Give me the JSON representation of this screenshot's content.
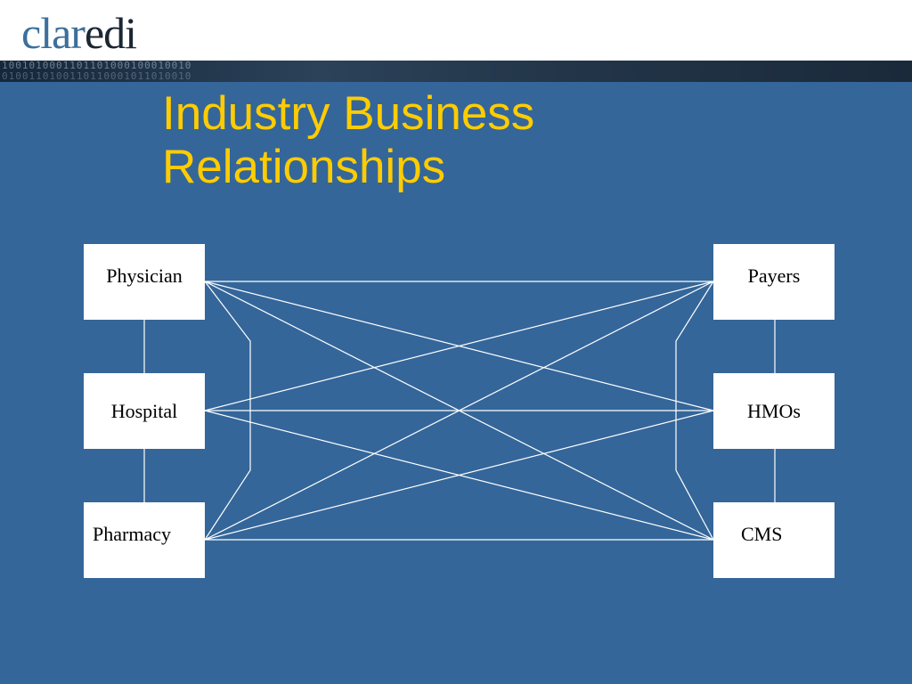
{
  "brand": {
    "logo_part1": "clar",
    "logo_part2": "edi"
  },
  "header": {
    "binary_row1": "1001010001101101000100010010",
    "binary_row2": "0100110100110110001011010010"
  },
  "slide": {
    "title_line1": "Industry Business",
    "title_line2": "Relationships"
  },
  "nodes": {
    "physician": "Physician",
    "hospital": "Hospital",
    "pharmacy": "Pharmacy",
    "payers": "Payers",
    "hmos": "HMOs",
    "cms": "CMS"
  },
  "colors": {
    "background": "#34669a",
    "title": "#ffcc00",
    "lines": "#ffffff",
    "logo_accent": "#3d6f9c"
  }
}
